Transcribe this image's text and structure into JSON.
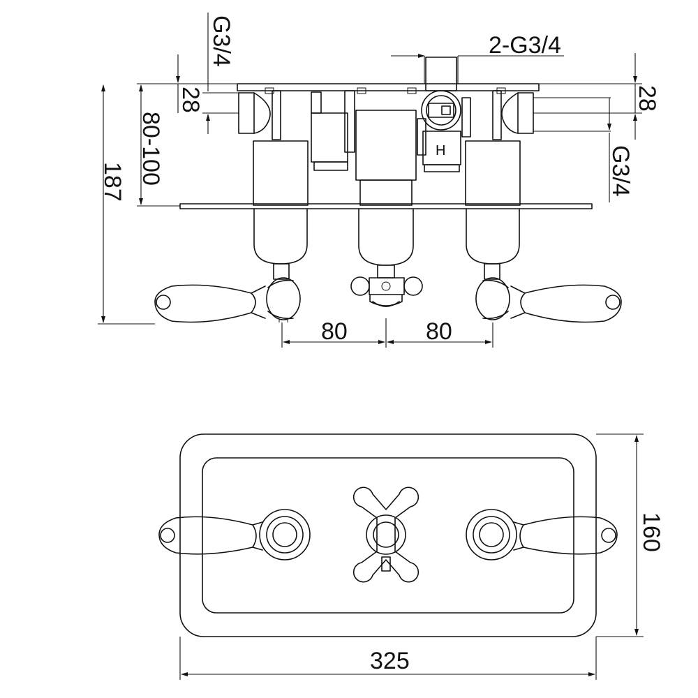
{
  "diagram": {
    "side_view": {
      "labels": {
        "inlet_left": "G3/4",
        "inlet_left_offset": "28",
        "wall_depth": "80-100",
        "total_depth": "187",
        "outlets": "2-G3/4",
        "inlet_right_offset": "28",
        "inlet_right": "G3/4",
        "spacing_left": "80",
        "spacing_right": "80",
        "hot_mark": "H"
      }
    },
    "front_view": {
      "labels": {
        "width": "325",
        "height": "160"
      }
    }
  }
}
